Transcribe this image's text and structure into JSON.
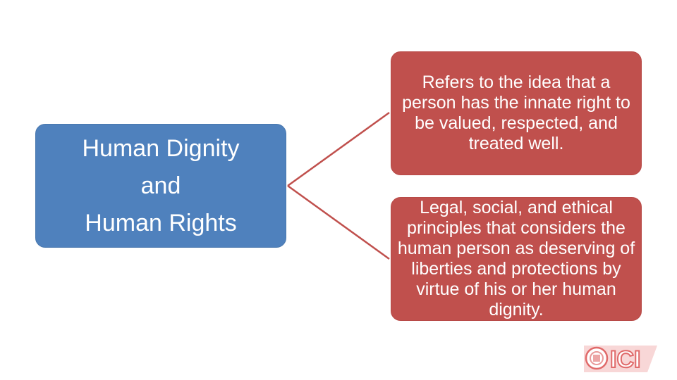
{
  "diagram": {
    "main_node": {
      "lines": [
        "Human Dignity",
        "and",
        "Human Rights"
      ]
    },
    "branches": [
      {
        "text": "Refers to the idea that a person has the innate right to be valued, respected, and treated well."
      },
      {
        "text": "Legal, social, and ethical principles that considers the human person as deserving of liberties and protections by virtue of his or her human dignity."
      }
    ],
    "colors": {
      "main_fill": "#4f81bd",
      "branch_fill": "#c0504d",
      "connector": "#c0504d"
    }
  },
  "logo": {
    "text": "ICI",
    "colors": {
      "primary": "#e06a6a",
      "secondary": "#f2b6b6"
    }
  }
}
